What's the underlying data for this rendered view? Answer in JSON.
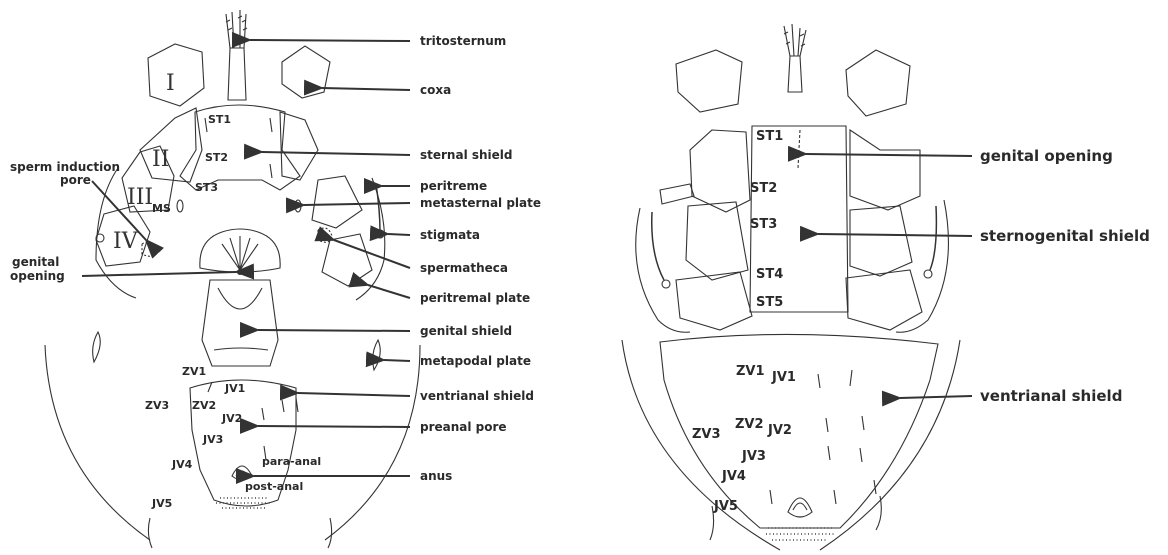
{
  "left_figure": {
    "leg_numerals": [
      "I",
      "II",
      "III",
      "IV"
    ],
    "callouts": {
      "tritosternum": "tritosternum",
      "coxa": "coxa",
      "sternal_shield": "sternal shield",
      "peritreme": "peritreme",
      "metasternal_plate": "metasternal plate",
      "stigmata": "stigmata",
      "spermatheca": "spermatheca",
      "peritremal_plate": "peritremal plate",
      "genital_shield": "genital shield",
      "metapodal_plate": "metapodal plate",
      "ventrianal_shield": "ventrianal shield",
      "preanal_pore": "preanal pore",
      "anus": "anus",
      "sperm_induction_pore": [
        "sperm induction",
        "pore"
      ],
      "genital_opening": [
        "genital",
        "opening"
      ]
    },
    "setae": [
      "ST1",
      "ST2",
      "ST3",
      "MS",
      "ZV1",
      "ZV2",
      "ZV3",
      "JV1",
      "JV2",
      "JV3",
      "JV4",
      "JV5",
      "para-anal",
      "post-anal"
    ]
  },
  "right_figure": {
    "callouts": {
      "genital_opening": "genital opening",
      "sternogenital_shield": "sternogenital shield",
      "ventrianal_shield": "ventrianal shield"
    },
    "setae": [
      "ST1",
      "ST2",
      "ST3",
      "ST4",
      "ST5",
      "ZV1",
      "JV1",
      "ZV2",
      "JV2",
      "ZV3",
      "JV3",
      "JV4",
      "JV5"
    ]
  }
}
